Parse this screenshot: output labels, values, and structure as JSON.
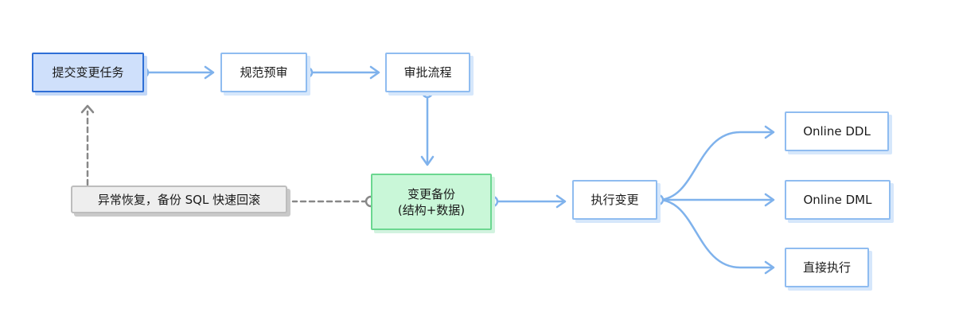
{
  "nodes": {
    "submit": "提交变更任务",
    "precheck": "规范预审",
    "approval": "审批流程",
    "backup_line1": "变更备份",
    "backup_line2": "(结构+数据)",
    "execute": "执行变更",
    "online_ddl": "Online DDL",
    "online_dml": "Online DML",
    "direct": "直接执行",
    "rollback": "异常恢复，备份 SQL 快速回滚"
  },
  "colors": {
    "edge": "#7fb2ec",
    "dashed_edge": "#888888",
    "start_fill": "#cfe0fb",
    "start_border": "#2f6fd6",
    "backup_fill": "#c9f7d8",
    "backup_border": "#6bd790",
    "rollback_fill": "#eeeeee"
  }
}
